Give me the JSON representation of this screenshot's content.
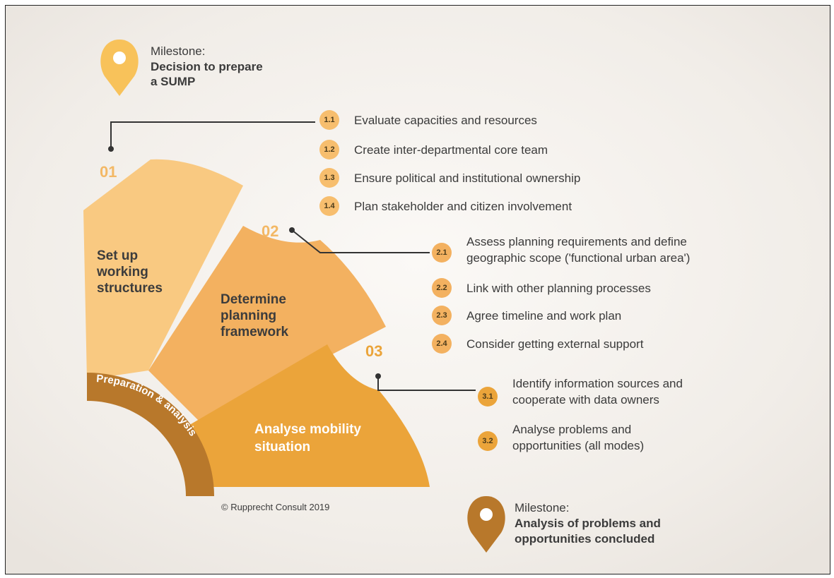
{
  "milestone_top": {
    "heading": "Milestone:",
    "line1": "Decision to prepare",
    "line2": "a SUMP"
  },
  "milestone_bottom": {
    "heading": "Milestone:",
    "line1": "Analysis of problems and",
    "line2": "opportunities concluded"
  },
  "phase_label": "Preparation & analysis",
  "copyright": "© Rupprecht Consult 2019",
  "steps": [
    {
      "number": "01",
      "title_lines": [
        "Set up",
        "working",
        "structures"
      ]
    },
    {
      "number": "02",
      "title_lines": [
        "Determine",
        "planning",
        "framework"
      ]
    },
    {
      "number": "03",
      "title_lines": [
        "Analyse mobility",
        "situation"
      ]
    }
  ],
  "activities": {
    "s1": [
      {
        "id": "1.1",
        "text": "Evaluate capacities and resources"
      },
      {
        "id": "1.2",
        "text": "Create inter-departmental core team"
      },
      {
        "id": "1.3",
        "text": "Ensure political and institutional ownership"
      },
      {
        "id": "1.4",
        "text": "Plan stakeholder and citizen involvement"
      }
    ],
    "s2": [
      {
        "id": "2.1",
        "line1": "Assess planning requirements and define",
        "line2": "geographic scope ('functional urban area')"
      },
      {
        "id": "2.2",
        "text": "Link with other planning processes"
      },
      {
        "id": "2.3",
        "text": "Agree timeline and work plan"
      },
      {
        "id": "2.4",
        "text": "Consider getting external support"
      }
    ],
    "s3": [
      {
        "id": "3.1",
        "line1": "Identify information sources and",
        "line2": "cooperate with data owners"
      },
      {
        "id": "3.2",
        "line1": "Analyse problems and",
        "line2": "opportunities (all modes)"
      }
    ]
  },
  "colors": {
    "step1": "#f9c981",
    "step2": "#f3b160",
    "step3": "#eba43a",
    "band": "#b8782b",
    "badge": "#f7be6e",
    "pin_top": "#f8c25a",
    "pin_bottom": "#b8782b"
  }
}
